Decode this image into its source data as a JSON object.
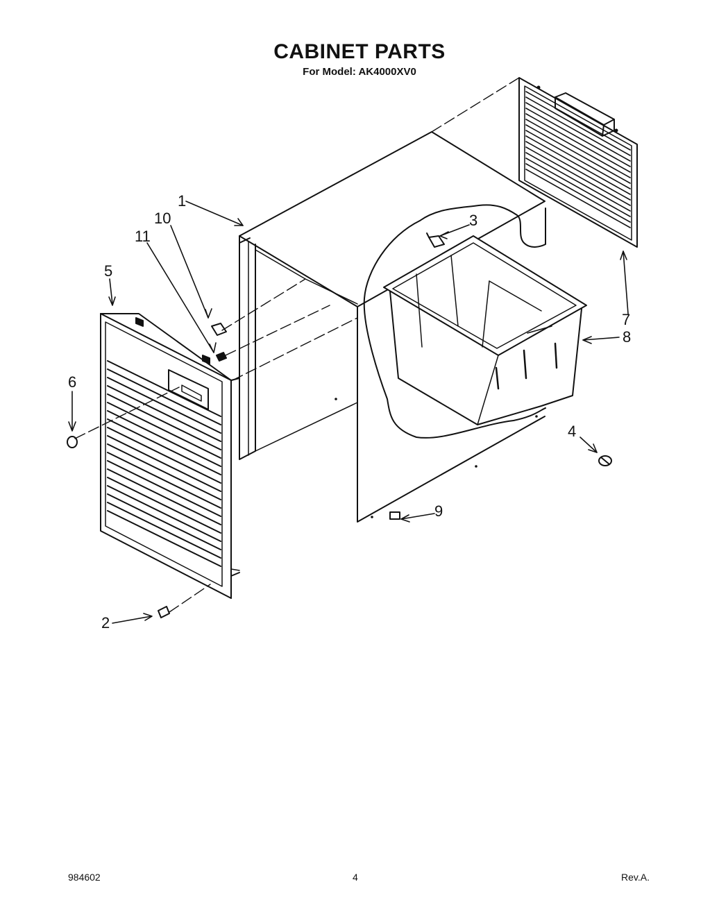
{
  "document": {
    "title": "CABINET PARTS",
    "subtitle": "For Model: AK4000XV0"
  },
  "diagram": {
    "callouts": [
      "1",
      "2",
      "3",
      "4",
      "5",
      "6",
      "7",
      "8",
      "9",
      "10",
      "11"
    ]
  },
  "footer": {
    "doc_number": "984602",
    "page_number": "4",
    "revision": "Rev.A."
  }
}
